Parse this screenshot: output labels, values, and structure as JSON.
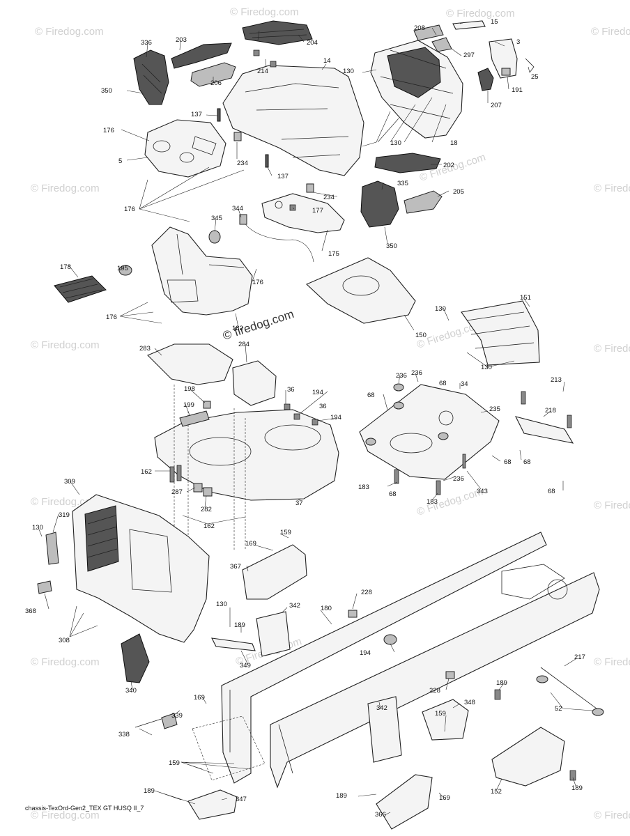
{
  "watermark": {
    "brand": "© Firedog.com",
    "center": "© firedog.com"
  },
  "footer": {
    "caption": "chassis-TexOrd-Gen2_TEX GT HUSQ II_7"
  },
  "callouts": [
    {
      "id": "c203",
      "text": "203"
    },
    {
      "id": "c204",
      "text": "204"
    },
    {
      "id": "c208",
      "text": "208"
    },
    {
      "id": "c15",
      "text": "15"
    },
    {
      "id": "c3",
      "text": "3"
    },
    {
      "id": "c336",
      "text": "336"
    },
    {
      "id": "c214",
      "text": "214"
    },
    {
      "id": "c14",
      "text": "14"
    },
    {
      "id": "c297",
      "text": "297"
    },
    {
      "id": "c25",
      "text": "25"
    },
    {
      "id": "c130a",
      "text": "130"
    },
    {
      "id": "c206",
      "text": "206"
    },
    {
      "id": "c191",
      "text": "191"
    },
    {
      "id": "c350a",
      "text": "350"
    },
    {
      "id": "c207",
      "text": "207"
    },
    {
      "id": "c137a",
      "text": "137"
    },
    {
      "id": "c130b",
      "text": "130"
    },
    {
      "id": "c18",
      "text": "18"
    },
    {
      "id": "c176a",
      "text": "176"
    },
    {
      "id": "c5",
      "text": "5"
    },
    {
      "id": "c234a",
      "text": "234"
    },
    {
      "id": "c202",
      "text": "202"
    },
    {
      "id": "c137b",
      "text": "137"
    },
    {
      "id": "c335",
      "text": "335"
    },
    {
      "id": "c205",
      "text": "205"
    },
    {
      "id": "c234b",
      "text": "234"
    },
    {
      "id": "c176b",
      "text": "176"
    },
    {
      "id": "c344",
      "text": "344"
    },
    {
      "id": "c177",
      "text": "177"
    },
    {
      "id": "c345",
      "text": "345"
    },
    {
      "id": "c175",
      "text": "175"
    },
    {
      "id": "c350b",
      "text": "350"
    },
    {
      "id": "c178",
      "text": "178"
    },
    {
      "id": "c195",
      "text": "195"
    },
    {
      "id": "c176c",
      "text": "176"
    },
    {
      "id": "c176d",
      "text": "176"
    },
    {
      "id": "c182",
      "text": "182"
    },
    {
      "id": "c130c",
      "text": "130"
    },
    {
      "id": "c151",
      "text": "151"
    },
    {
      "id": "c150",
      "text": "150"
    },
    {
      "id": "c130d",
      "text": "130"
    },
    {
      "id": "c283",
      "text": "283"
    },
    {
      "id": "c284",
      "text": "284"
    },
    {
      "id": "c236a",
      "text": "236"
    },
    {
      "id": "c236b",
      "text": "236"
    },
    {
      "id": "c68a",
      "text": "68"
    },
    {
      "id": "c34",
      "text": "34"
    },
    {
      "id": "c213",
      "text": "213"
    },
    {
      "id": "c198",
      "text": "198"
    },
    {
      "id": "c36a",
      "text": "36"
    },
    {
      "id": "c194a",
      "text": "194"
    },
    {
      "id": "c36b",
      "text": "36"
    },
    {
      "id": "c199",
      "text": "199"
    },
    {
      "id": "c194b",
      "text": "194"
    },
    {
      "id": "c68b",
      "text": "68"
    },
    {
      "id": "c235",
      "text": "235"
    },
    {
      "id": "c218",
      "text": "218"
    },
    {
      "id": "c162a",
      "text": "162"
    },
    {
      "id": "c68c",
      "text": "68"
    },
    {
      "id": "c68d",
      "text": "68"
    },
    {
      "id": "c287",
      "text": "287"
    },
    {
      "id": "c236c",
      "text": "236"
    },
    {
      "id": "c183a",
      "text": "183"
    },
    {
      "id": "c68e",
      "text": "68"
    },
    {
      "id": "c343",
      "text": "343"
    },
    {
      "id": "c68f",
      "text": "68"
    },
    {
      "id": "c282",
      "text": "282"
    },
    {
      "id": "c37",
      "text": "37"
    },
    {
      "id": "c183b",
      "text": "183"
    },
    {
      "id": "c162b",
      "text": "162"
    },
    {
      "id": "c309",
      "text": "309"
    },
    {
      "id": "c319",
      "text": "319"
    },
    {
      "id": "c130e",
      "text": "130"
    },
    {
      "id": "c159a",
      "text": "159"
    },
    {
      "id": "c169a",
      "text": "169"
    },
    {
      "id": "c367",
      "text": "367"
    },
    {
      "id": "c228a",
      "text": "228"
    },
    {
      "id": "c130f",
      "text": "130"
    },
    {
      "id": "c180",
      "text": "180"
    },
    {
      "id": "c342a",
      "text": "342"
    },
    {
      "id": "c368",
      "text": "368"
    },
    {
      "id": "c189a",
      "text": "189"
    },
    {
      "id": "c308",
      "text": "308"
    },
    {
      "id": "c194c",
      "text": "194"
    },
    {
      "id": "c349",
      "text": "349"
    },
    {
      "id": "c217",
      "text": "217"
    },
    {
      "id": "c228b",
      "text": "228"
    },
    {
      "id": "c340",
      "text": "340"
    },
    {
      "id": "c52",
      "text": "52"
    },
    {
      "id": "c189b",
      "text": "189"
    },
    {
      "id": "c169b",
      "text": "169"
    },
    {
      "id": "c339",
      "text": "339"
    },
    {
      "id": "c342b",
      "text": "342"
    },
    {
      "id": "c348",
      "text": "348"
    },
    {
      "id": "c338",
      "text": "338"
    },
    {
      "id": "c159b",
      "text": "159"
    },
    {
      "id": "c159c",
      "text": "159"
    },
    {
      "id": "c189c",
      "text": "189"
    },
    {
      "id": "c347",
      "text": "347"
    },
    {
      "id": "c169c",
      "text": "169"
    },
    {
      "id": "c152",
      "text": "152"
    },
    {
      "id": "c189d",
      "text": "189"
    },
    {
      "id": "c189e",
      "text": "189"
    },
    {
      "id": "c366",
      "text": "366"
    }
  ]
}
